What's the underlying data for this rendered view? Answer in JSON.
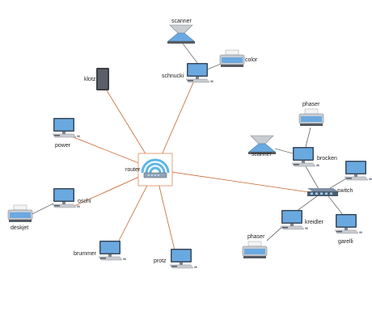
{
  "colors": {
    "wan_link": "#c8642e",
    "lan_link": "#333333",
    "screen": "#6aa9e0",
    "device_body": "#c9ccd1",
    "device_dark": "#555b63",
    "router_waves": "#5fb6e6"
  },
  "nodes": {
    "router": {
      "label": "router",
      "icon": "wireless-router-icon"
    },
    "switch": {
      "label": "switch",
      "icon": "network-switch-icon"
    },
    "klotz": {
      "label": "klotz",
      "icon": "server-tower-icon"
    },
    "schnucki": {
      "label": "schnucki",
      "icon": "workstation-icon"
    },
    "scanner1": {
      "label": "scanner",
      "icon": "flatbed-scanner-icon"
    },
    "color": {
      "label": "color",
      "icon": "printer-icon"
    },
    "power": {
      "label": "power",
      "icon": "workstation-icon"
    },
    "oschi": {
      "label": "oschi",
      "icon": "workstation-icon"
    },
    "deskjet": {
      "label": "deskjet",
      "icon": "printer-icon"
    },
    "brummer": {
      "label": "brummer",
      "icon": "workstation-icon"
    },
    "protz": {
      "label": "protz",
      "icon": "workstation-icon"
    },
    "phaser1": {
      "label": "phaser",
      "icon": "printer-icon"
    },
    "scanner2": {
      "label": "scanner",
      "icon": "flatbed-scanner-icon"
    },
    "brocken": {
      "label": "brocken",
      "icon": "workstation-icon"
    },
    "edge": {
      "label": "",
      "icon": "workstation-icon"
    },
    "kreidler": {
      "label": "kreidler",
      "icon": "workstation-icon"
    },
    "garelli": {
      "label": "garelli",
      "icon": "workstation-icon"
    },
    "phaser2": {
      "label": "phaser",
      "icon": "printer-icon"
    }
  }
}
